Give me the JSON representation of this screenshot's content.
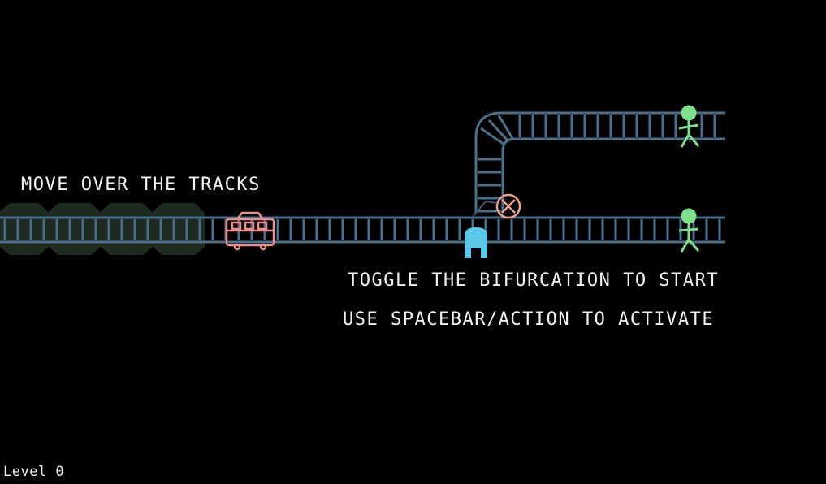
{
  "hints": {
    "move": "MOVE OVER THE TRACKS",
    "toggle": "TOGGLE THE BIFURCATION TO START",
    "activate": "USE SPACEBAR/ACTION TO ACTIVATE"
  },
  "hud": {
    "level": "Level 0"
  },
  "colors": {
    "background": "#000000",
    "track": "#4a6f8a",
    "trail": "#1e2a20",
    "trolley": "#ef8e8e",
    "switch": "#f0a090",
    "player": "#5cc8e8",
    "person": "#7fe08c",
    "text": "#f2f2f2"
  },
  "icons": {
    "trolley": "trolley-icon",
    "switch": "bifurcation-switch-icon",
    "player": "player-character",
    "person": "stick-figure-icon"
  }
}
